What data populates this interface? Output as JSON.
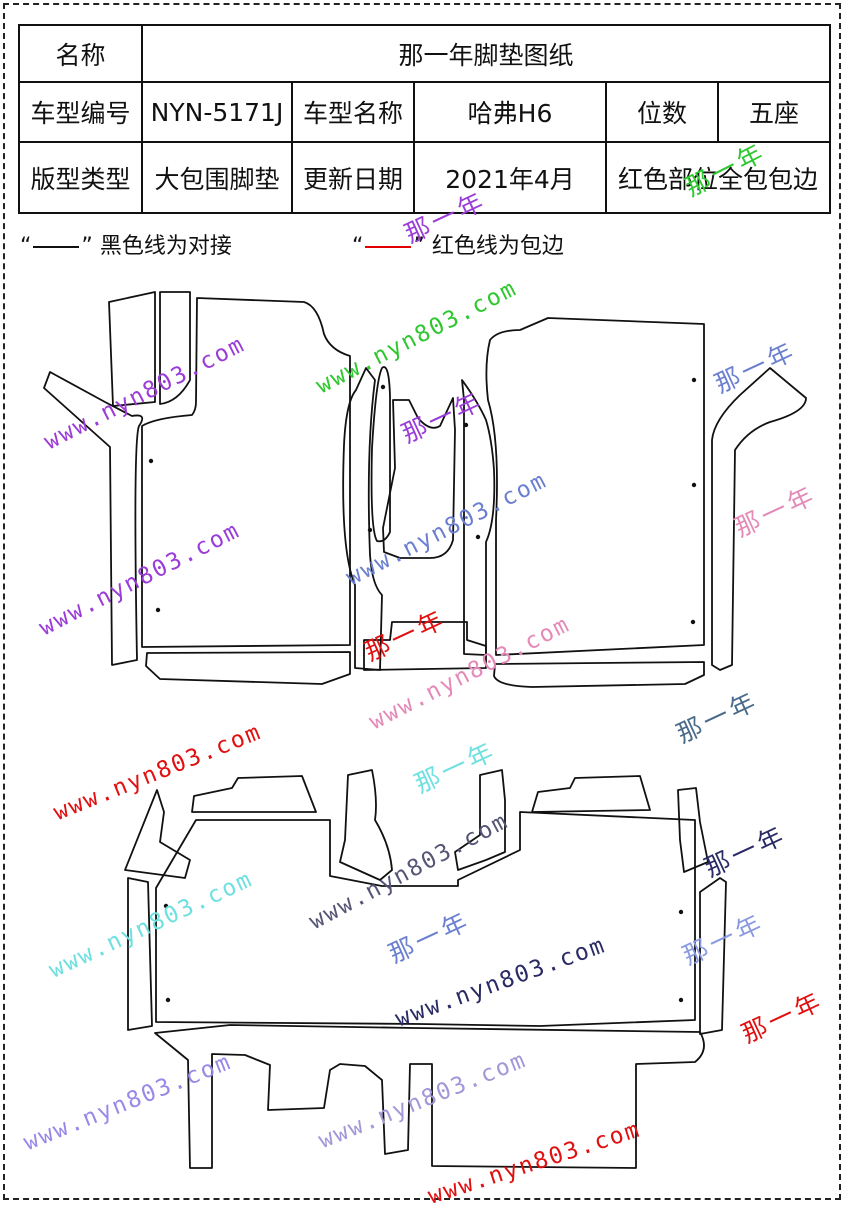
{
  "table": {
    "r1": {
      "label": "名称",
      "value": "那一年脚垫图纸"
    },
    "r2": {
      "label1": "车型编号",
      "value1": "NYN-5171J",
      "label2": "车型名称",
      "value2": "哈弗H6",
      "label3": "位数",
      "value3": "五座"
    },
    "r3": {
      "label1": "版型类型",
      "value1": "大包围脚垫",
      "label2": "更新日期",
      "value2": "2021年4月",
      "value3": "红色部位全包包边"
    }
  },
  "legend": {
    "black_q1": "“",
    "black_q2": "”",
    "black_text": "黑色线为对接",
    "red_q1": "“",
    "red_q2": "”",
    "red_text": "红色线为包边"
  },
  "watermarks": {
    "url": "www.nyn803.com",
    "brand": "那一年"
  },
  "colors": {
    "line": "#111111",
    "red_edge": "#e00000"
  }
}
